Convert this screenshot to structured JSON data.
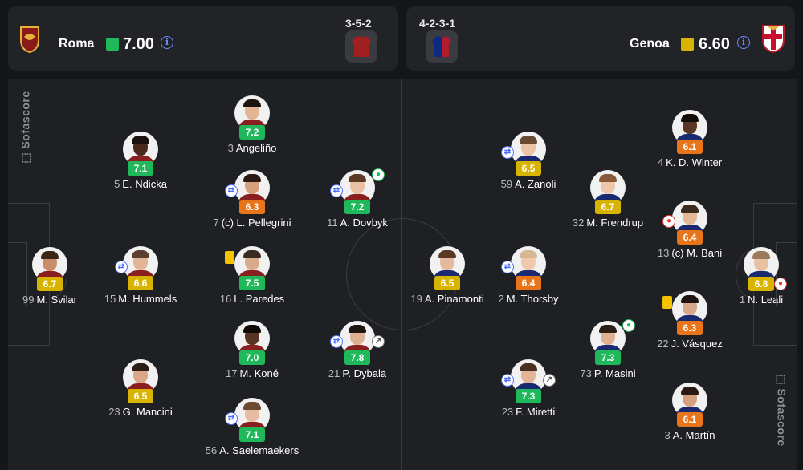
{
  "home": {
    "name": "Roma",
    "rating": "7.00",
    "rating_color": "#1fb85a",
    "formation": "3-5-2",
    "shirt_color": "#a01f1f"
  },
  "away": {
    "name": "Genoa",
    "rating": "6.60",
    "rating_color": "#d8b400",
    "formation": "4-2-3-1",
    "shirt_color_a": "#0d2a80",
    "shirt_color_b": "#b01c2a"
  },
  "brand": {
    "vertical_logo": "Sofascore"
  },
  "colors": {
    "green": "#1fb85a",
    "yellow": "#d8b400",
    "orange": "#e8751a"
  },
  "players": {
    "svilar": {
      "num": "99",
      "name": "M. Svilar",
      "rating": "6.7"
    },
    "ndicka": {
      "num": "5",
      "name": "E. Ndicka",
      "rating": "7.1"
    },
    "hummels": {
      "num": "15",
      "name": "M. Hummels",
      "rating": "6.6"
    },
    "mancini": {
      "num": "23",
      "name": "G. Mancini",
      "rating": "6.5"
    },
    "angelino": {
      "num": "3",
      "name": "Angeliño",
      "rating": "7.2"
    },
    "pellegrini": {
      "num": "7",
      "name": "(c) L. Pellegrini",
      "rating": "6.3"
    },
    "paredes": {
      "num": "16",
      "name": "L. Paredes",
      "rating": "7.5"
    },
    "kone": {
      "num": "17",
      "name": "M. Koné",
      "rating": "7.0"
    },
    "saelemaekers": {
      "num": "56",
      "name": "A. Saelemaekers",
      "rating": "7.1"
    },
    "dovbyk": {
      "num": "11",
      "name": "A. Dovbyk",
      "rating": "7.2"
    },
    "dybala": {
      "num": "21",
      "name": "P. Dybala",
      "rating": "7.8"
    },
    "pinamonti": {
      "num": "19",
      "name": "A. Pinamonti",
      "rating": "6.5"
    },
    "zanoli": {
      "num": "59",
      "name": "A. Zanoli",
      "rating": "6.5"
    },
    "thorsby": {
      "num": "2",
      "name": "M. Thorsby",
      "rating": "6.4"
    },
    "miretti": {
      "num": "23",
      "name": "F. Miretti",
      "rating": "7.3"
    },
    "frendrup": {
      "num": "32",
      "name": "M. Frendrup",
      "rating": "6.7"
    },
    "masini": {
      "num": "73",
      "name": "P. Masini",
      "rating": "7.3"
    },
    "winter": {
      "num": "4",
      "name": "K. D. Winter",
      "rating": "6.1"
    },
    "bani": {
      "num": "13",
      "name": "(c) M. Bani",
      "rating": "6.4"
    },
    "vasquez": {
      "num": "22",
      "name": "J. Vásquez",
      "rating": "6.3"
    },
    "martin": {
      "num": "3",
      "name": "A. Martín",
      "rating": "6.1"
    },
    "leali": {
      "num": "1",
      "name": "N. Leali",
      "rating": "6.8"
    }
  }
}
